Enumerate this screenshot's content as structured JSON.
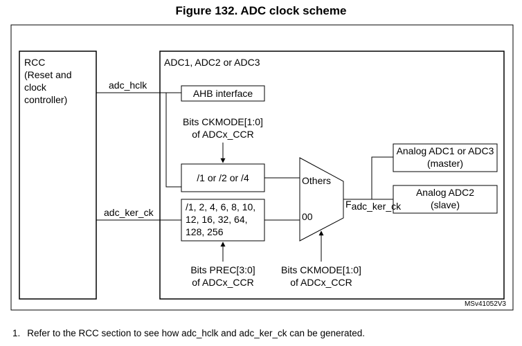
{
  "figure_title": "Figure 132. ADC clock scheme",
  "rcc_lines": [
    "RCC",
    "(Reset and",
    "clock",
    "controller)"
  ],
  "adc_block_label": "ADC1, ADC2 or ADC3",
  "signals": {
    "adc_hclk": "adc_hclk",
    "adc_ker_ck": "adc_ker_ck",
    "f_main": "F",
    "f_sub": "adc_ker_ck"
  },
  "ahb_interface": "AHB interface",
  "ckmode_top": [
    "Bits CKMODE[1:0]",
    "of ADCx_CCR"
  ],
  "div_small": "/1 or /2 or /4",
  "div_presc": [
    "/1, 2, 4, 6, 8, 10,",
    "12, 16, 32, 64,",
    "128, 256"
  ],
  "mux": {
    "in_others": "Others",
    "in_00": "00"
  },
  "prec_label": [
    "Bits PREC[3:0]",
    "of ADCx_CCR"
  ],
  "ckmode_bottom": [
    "Bits CKMODE[1:0]",
    "of ADCx_CCR"
  ],
  "analog_master": [
    "Analog ADC1 or ADC3",
    "(master)"
  ],
  "analog_slave": [
    "Analog ADC2",
    "(slave)"
  ],
  "figure_id": "MSv41052V3",
  "footnote": {
    "number": "1.",
    "text": "Refer to the RCC section to see how adc_hclk and adc_ker_ck can be generated."
  }
}
